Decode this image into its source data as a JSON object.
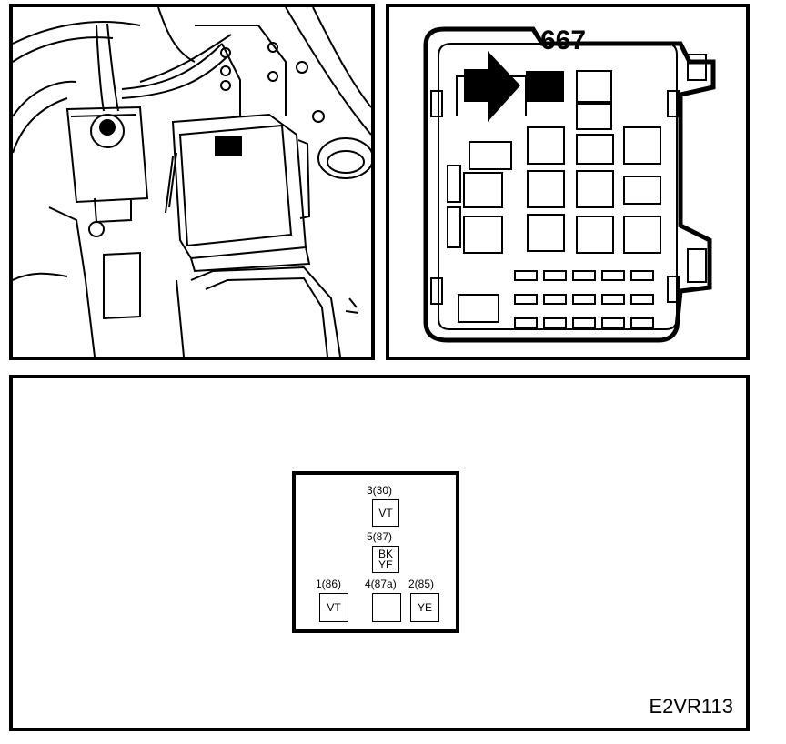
{
  "fusebox": {
    "label": "667"
  },
  "relay": {
    "pins": [
      {
        "id": "3",
        "label": "3(30)",
        "wire": [
          "VT"
        ]
      },
      {
        "id": "5",
        "label": "5(87)",
        "wire": [
          "BK",
          "YE"
        ]
      },
      {
        "id": "1",
        "label": "1(86)",
        "wire": [
          "VT"
        ]
      },
      {
        "id": "4",
        "label": "4(87a)",
        "wire": []
      },
      {
        "id": "2",
        "label": "2(85)",
        "wire": [
          "YE"
        ]
      }
    ]
  },
  "reference_code": "E2VR113"
}
